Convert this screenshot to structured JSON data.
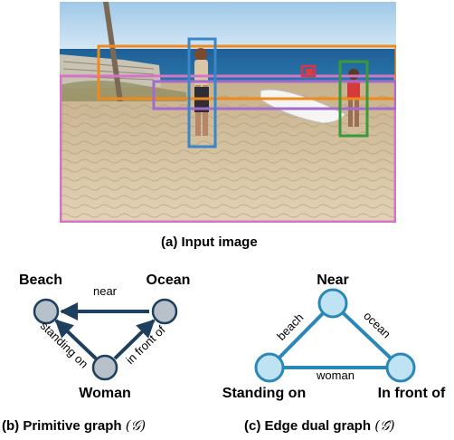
{
  "captions": {
    "a": "(a) Input image",
    "b_text": "(b) Primitive graph",
    "b_math": "(𝒢)",
    "c_text": "(c) Edge dual graph",
    "c_math": "(𝒢̂)"
  },
  "primitive_graph": {
    "nodes": {
      "beach": "Beach",
      "ocean": "Ocean",
      "woman": "Woman"
    },
    "edges": {
      "near": "near",
      "standing_on": "standing on",
      "in_front_of": "in front of"
    }
  },
  "dual_graph": {
    "nodes": {
      "near": "Near",
      "standing_on": "Standing on",
      "in_front_of": "In front of"
    },
    "edges": {
      "beach": "beach",
      "ocean": "ocean",
      "woman": "woman"
    }
  },
  "colors": {
    "box_orange": "#f08a1c",
    "box_blue": "#3b86c6",
    "box_red": "#e0304a",
    "box_green": "#3a9a3a",
    "box_purple": "#a46ad0",
    "box_pink": "#d675c6",
    "primitive_node_fill": "#b8c0c9",
    "primitive_stroke": "#1f3f5e",
    "dual_node_fill": "#bfe3f2",
    "dual_stroke": "#2a88b8"
  }
}
